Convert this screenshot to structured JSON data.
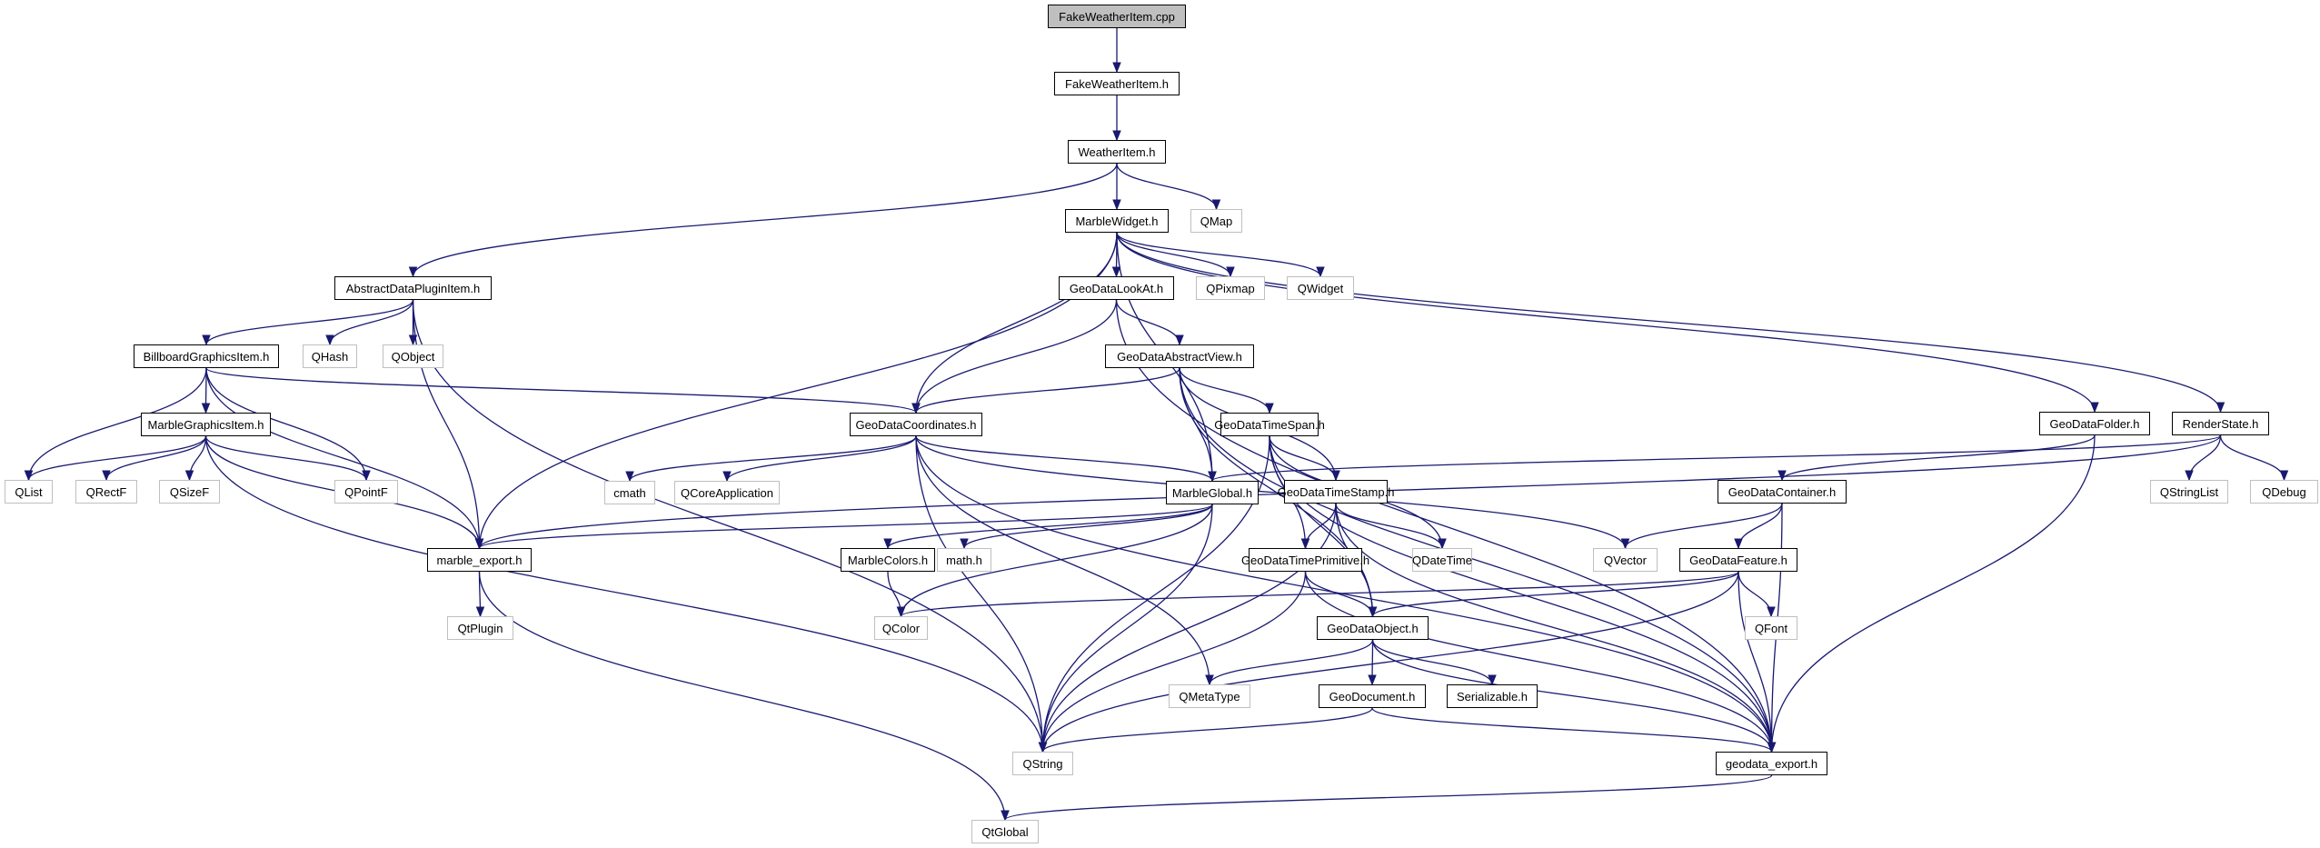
{
  "title": "FakeWeatherItem.cpp include dependency graph",
  "colors": {
    "edge": "#191970",
    "internal_border": "#000000",
    "external_border": "#bfbfbf",
    "root_fill": "#bfbfbf"
  },
  "nodes": [
    {
      "id": "FakeWeatherItem_cpp",
      "label": "FakeWeatherItem.cpp",
      "kind": "root"
    },
    {
      "id": "FakeWeatherItem_h",
      "label": "FakeWeatherItem.h",
      "kind": "internal"
    },
    {
      "id": "WeatherItem_h",
      "label": "WeatherItem.h",
      "kind": "internal"
    },
    {
      "id": "MarbleWidget_h",
      "label": "MarbleWidget.h",
      "kind": "internal"
    },
    {
      "id": "QMap",
      "label": "QMap",
      "kind": "external"
    },
    {
      "id": "AbstractDataPluginItem_h",
      "label": "AbstractDataPluginItem.h",
      "kind": "internal"
    },
    {
      "id": "GeoDataLookAt_h",
      "label": "GeoDataLookAt.h",
      "kind": "internal"
    },
    {
      "id": "QPixmap",
      "label": "QPixmap",
      "kind": "external"
    },
    {
      "id": "QWidget",
      "label": "QWidget",
      "kind": "external"
    },
    {
      "id": "BillboardGraphicsItem_h",
      "label": "BillboardGraphicsItem.h",
      "kind": "internal"
    },
    {
      "id": "QHash",
      "label": "QHash",
      "kind": "external"
    },
    {
      "id": "QObject",
      "label": "QObject",
      "kind": "external"
    },
    {
      "id": "GeoDataAbstractView_h",
      "label": "GeoDataAbstractView.h",
      "kind": "internal"
    },
    {
      "id": "MarbleGraphicsItem_h",
      "label": "MarbleGraphicsItem.h",
      "kind": "internal"
    },
    {
      "id": "GeoDataCoordinates_h",
      "label": "GeoDataCoordinates.h",
      "kind": "internal"
    },
    {
      "id": "GeoDataTimeSpan_h",
      "label": "GeoDataTimeSpan.h",
      "kind": "internal"
    },
    {
      "id": "GeoDataFolder_h",
      "label": "GeoDataFolder.h",
      "kind": "internal"
    },
    {
      "id": "RenderState_h",
      "label": "RenderState.h",
      "kind": "internal"
    },
    {
      "id": "QList",
      "label": "QList",
      "kind": "external"
    },
    {
      "id": "QRectF",
      "label": "QRectF",
      "kind": "external"
    },
    {
      "id": "QSizeF",
      "label": "QSizeF",
      "kind": "external"
    },
    {
      "id": "QPointF",
      "label": "QPointF",
      "kind": "external"
    },
    {
      "id": "cmath",
      "label": "cmath",
      "kind": "external"
    },
    {
      "id": "QCoreApplication",
      "label": "QCoreApplication",
      "kind": "external"
    },
    {
      "id": "MarbleGlobal_h",
      "label": "MarbleGlobal.h",
      "kind": "internal"
    },
    {
      "id": "GeoDataTimeStamp_h",
      "label": "GeoDataTimeStamp.h",
      "kind": "internal"
    },
    {
      "id": "GeoDataContainer_h",
      "label": "GeoDataContainer.h",
      "kind": "internal"
    },
    {
      "id": "QStringList",
      "label": "QStringList",
      "kind": "external"
    },
    {
      "id": "QDebug",
      "label": "QDebug",
      "kind": "external"
    },
    {
      "id": "marble_export_h",
      "label": "marble_export.h",
      "kind": "internal"
    },
    {
      "id": "MarbleColors_h",
      "label": "MarbleColors.h",
      "kind": "internal"
    },
    {
      "id": "math_h",
      "label": "math.h",
      "kind": "external"
    },
    {
      "id": "GeoDataTimePrimitive_h",
      "label": "GeoDataTimePrimitive.h",
      "kind": "internal"
    },
    {
      "id": "QDateTime",
      "label": "QDateTime",
      "kind": "external"
    },
    {
      "id": "QVector",
      "label": "QVector",
      "kind": "external"
    },
    {
      "id": "GeoDataFeature_h",
      "label": "GeoDataFeature.h",
      "kind": "internal"
    },
    {
      "id": "QtPlugin",
      "label": "QtPlugin",
      "kind": "external"
    },
    {
      "id": "QColor",
      "label": "QColor",
      "kind": "external"
    },
    {
      "id": "GeoDataObject_h",
      "label": "GeoDataObject.h",
      "kind": "internal"
    },
    {
      "id": "QFont",
      "label": "QFont",
      "kind": "external"
    },
    {
      "id": "QMetaType",
      "label": "QMetaType",
      "kind": "external"
    },
    {
      "id": "GeoDocument_h",
      "label": "GeoDocument.h",
      "kind": "internal"
    },
    {
      "id": "Serializable_h",
      "label": "Serializable.h",
      "kind": "internal"
    },
    {
      "id": "QString",
      "label": "QString",
      "kind": "external"
    },
    {
      "id": "geodata_export_h",
      "label": "geodata_export.h",
      "kind": "internal"
    },
    {
      "id": "QtGlobal",
      "label": "QtGlobal",
      "kind": "external"
    }
  ],
  "edges": [
    [
      "FakeWeatherItem_cpp",
      "FakeWeatherItem_h"
    ],
    [
      "FakeWeatherItem_h",
      "WeatherItem_h"
    ],
    [
      "WeatherItem_h",
      "AbstractDataPluginItem_h"
    ],
    [
      "WeatherItem_h",
      "MarbleWidget_h"
    ],
    [
      "WeatherItem_h",
      "QMap"
    ],
    [
      "MarbleWidget_h",
      "marble_export_h"
    ],
    [
      "MarbleWidget_h",
      "GeoDataCoordinates_h"
    ],
    [
      "MarbleWidget_h",
      "MarbleGlobal_h"
    ],
    [
      "MarbleWidget_h",
      "GeoDataLookAt_h"
    ],
    [
      "MarbleWidget_h",
      "QPixmap"
    ],
    [
      "MarbleWidget_h",
      "QWidget"
    ],
    [
      "MarbleWidget_h",
      "GeoDataFolder_h"
    ],
    [
      "MarbleWidget_h",
      "RenderState_h"
    ],
    [
      "AbstractDataPluginItem_h",
      "BillboardGraphicsItem_h"
    ],
    [
      "AbstractDataPluginItem_h",
      "QHash"
    ],
    [
      "AbstractDataPluginItem_h",
      "QObject"
    ],
    [
      "AbstractDataPluginItem_h",
      "marble_export_h"
    ],
    [
      "AbstractDataPluginItem_h",
      "QString"
    ],
    [
      "BillboardGraphicsItem_h",
      "MarbleGraphicsItem_h"
    ],
    [
      "BillboardGraphicsItem_h",
      "QList"
    ],
    [
      "BillboardGraphicsItem_h",
      "QPointF"
    ],
    [
      "BillboardGraphicsItem_h",
      "marble_export_h"
    ],
    [
      "BillboardGraphicsItem_h",
      "GeoDataCoordinates_h"
    ],
    [
      "MarbleGraphicsItem_h",
      "QList"
    ],
    [
      "MarbleGraphicsItem_h",
      "QRectF"
    ],
    [
      "MarbleGraphicsItem_h",
      "QSizeF"
    ],
    [
      "MarbleGraphicsItem_h",
      "QPointF"
    ],
    [
      "MarbleGraphicsItem_h",
      "marble_export_h"
    ],
    [
      "MarbleGraphicsItem_h",
      "QString"
    ],
    [
      "GeoDataLookAt_h",
      "GeoDataCoordinates_h"
    ],
    [
      "GeoDataLookAt_h",
      "GeoDataAbstractView_h"
    ],
    [
      "GeoDataLookAt_h",
      "geodata_export_h"
    ],
    [
      "GeoDataAbstractView_h",
      "GeoDataCoordinates_h"
    ],
    [
      "GeoDataAbstractView_h",
      "MarbleGlobal_h"
    ],
    [
      "GeoDataAbstractView_h",
      "GeoDataTimeSpan_h"
    ],
    [
      "GeoDataAbstractView_h",
      "GeoDataTimeStamp_h"
    ],
    [
      "GeoDataAbstractView_h",
      "GeoDataObject_h"
    ],
    [
      "GeoDataAbstractView_h",
      "geodata_export_h"
    ],
    [
      "GeoDataCoordinates_h",
      "cmath"
    ],
    [
      "GeoDataCoordinates_h",
      "QCoreApplication"
    ],
    [
      "GeoDataCoordinates_h",
      "MarbleGlobal_h"
    ],
    [
      "GeoDataCoordinates_h",
      "QVector"
    ],
    [
      "GeoDataCoordinates_h",
      "QMetaType"
    ],
    [
      "GeoDataCoordinates_h",
      "QString"
    ],
    [
      "GeoDataCoordinates_h",
      "geodata_export_h"
    ],
    [
      "GeoDataTimeSpan_h",
      "GeoDataTimeStamp_h"
    ],
    [
      "GeoDataTimeSpan_h",
      "GeoDataTimePrimitive_h"
    ],
    [
      "GeoDataTimeSpan_h",
      "QDateTime"
    ],
    [
      "GeoDataTimeSpan_h",
      "GeoDataObject_h"
    ],
    [
      "GeoDataTimeSpan_h",
      "QString"
    ],
    [
      "GeoDataTimeSpan_h",
      "geodata_export_h"
    ],
    [
      "GeoDataTimeStamp_h",
      "GeoDataTimePrimitive_h"
    ],
    [
      "GeoDataTimeStamp_h",
      "QDateTime"
    ],
    [
      "GeoDataTimeStamp_h",
      "GeoDataObject_h"
    ],
    [
      "GeoDataTimeStamp_h",
      "QString"
    ],
    [
      "GeoDataTimeStamp_h",
      "geodata_export_h"
    ],
    [
      "GeoDataTimePrimitive_h",
      "GeoDataObject_h"
    ],
    [
      "GeoDataTimePrimitive_h",
      "QString"
    ],
    [
      "GeoDataTimePrimitive_h",
      "geodata_export_h"
    ],
    [
      "GeoDataFolder_h",
      "GeoDataContainer_h"
    ],
    [
      "GeoDataFolder_h",
      "geodata_export_h"
    ],
    [
      "RenderState_h",
      "QStringList"
    ],
    [
      "RenderState_h",
      "QDebug"
    ],
    [
      "RenderState_h",
      "marble_export_h"
    ],
    [
      "RenderState_h",
      "MarbleGlobal_h"
    ],
    [
      "GeoDataContainer_h",
      "QVector"
    ],
    [
      "GeoDataContainer_h",
      "GeoDataFeature_h"
    ],
    [
      "GeoDataContainer_h",
      "geodata_export_h"
    ],
    [
      "GeoDataFeature_h",
      "GeoDataObject_h"
    ],
    [
      "GeoDataFeature_h",
      "QColor"
    ],
    [
      "GeoDataFeature_h",
      "QFont"
    ],
    [
      "GeoDataFeature_h",
      "QString"
    ],
    [
      "GeoDataFeature_h",
      "geodata_export_h"
    ],
    [
      "MarbleGlobal_h",
      "marble_export_h"
    ],
    [
      "MarbleGlobal_h",
      "MarbleColors_h"
    ],
    [
      "MarbleGlobal_h",
      "math_h"
    ],
    [
      "MarbleGlobal_h",
      "QColor"
    ],
    [
      "MarbleGlobal_h",
      "QString"
    ],
    [
      "MarbleColors_h",
      "QColor"
    ],
    [
      "marble_export_h",
      "QtPlugin"
    ],
    [
      "marble_export_h",
      "QtGlobal"
    ],
    [
      "GeoDataObject_h",
      "QMetaType"
    ],
    [
      "GeoDataObject_h",
      "GeoDocument_h"
    ],
    [
      "GeoDataObject_h",
      "Serializable_h"
    ],
    [
      "GeoDataObject_h",
      "geodata_export_h"
    ],
    [
      "GeoDocument_h",
      "QString"
    ],
    [
      "GeoDocument_h",
      "geodata_export_h"
    ],
    [
      "geodata_export_h",
      "QtGlobal"
    ]
  ]
}
